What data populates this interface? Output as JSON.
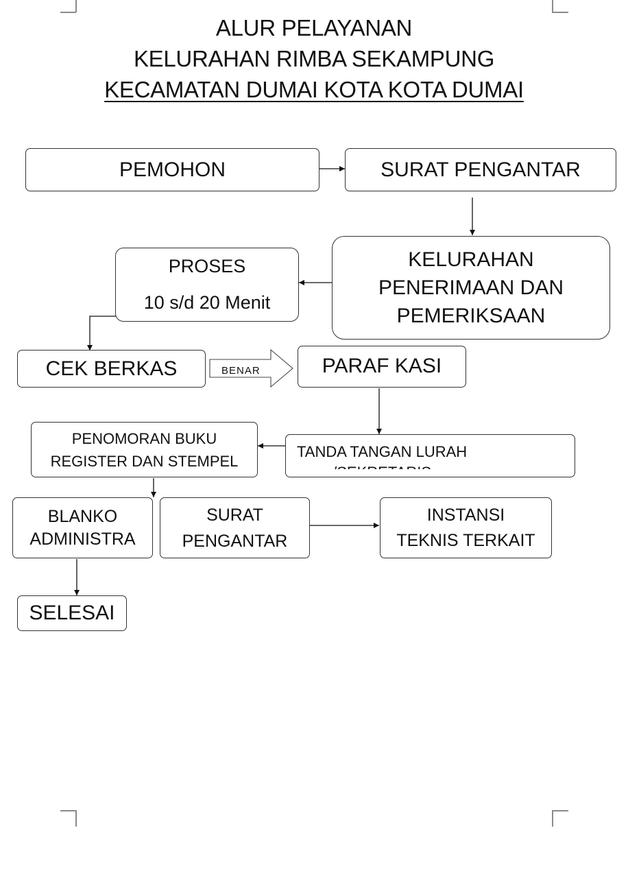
{
  "title": {
    "line1": "ALUR PELAYANAN",
    "line2": "KELURAHAN RIMBA SEKAMPUNG",
    "line3": "KECAMATAN DUMAI KOTA KOTA DUMAI"
  },
  "boxes": {
    "pemohon": "PEMOHON",
    "surat_pengantar_top": "SURAT PENGANTAR",
    "kelurahan": [
      "KELURAHAN",
      "PENERIMAAN DAN",
      "PEMERIKSAAN"
    ],
    "proses": [
      "PROSES",
      "10 s/d 20 Menit"
    ],
    "cek_berkas": "CEK BERKAS",
    "benar_label": "BENAR",
    "paraf_kasi": "PARAF KASI",
    "tanda_tangan": [
      "TANDA TANGAN LURAH",
      "/SEKRETARIS"
    ],
    "penomoran": [
      "PENOMORAN BUKU",
      "REGISTER DAN STEMPEL"
    ],
    "blanko": [
      "BLANKO",
      "ADMINISTRA"
    ],
    "surat_pengantar_bottom": [
      "SURAT",
      "PENGANTAR"
    ],
    "instansi": [
      "INSTANSI",
      "TEKNIS TERKAIT"
    ],
    "selesai": "SELESAI"
  }
}
